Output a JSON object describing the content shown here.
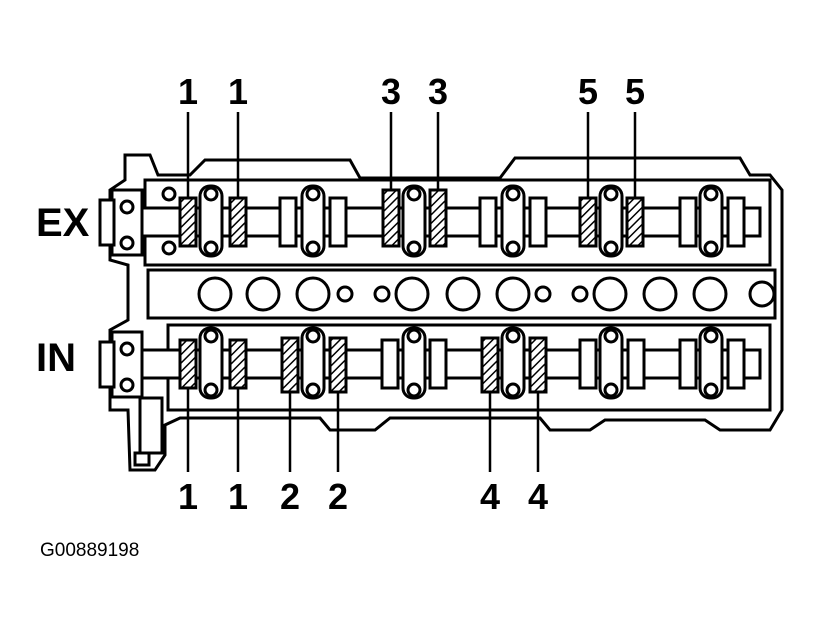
{
  "diagram": {
    "side_labels": {
      "exhaust": "EX",
      "intake": "IN"
    },
    "top_numbers": [
      "1",
      "1",
      "3",
      "3",
      "5",
      "5"
    ],
    "bottom_numbers": [
      "1",
      "1",
      "2",
      "2",
      "4",
      "4"
    ],
    "figure_id": "G00889198"
  }
}
